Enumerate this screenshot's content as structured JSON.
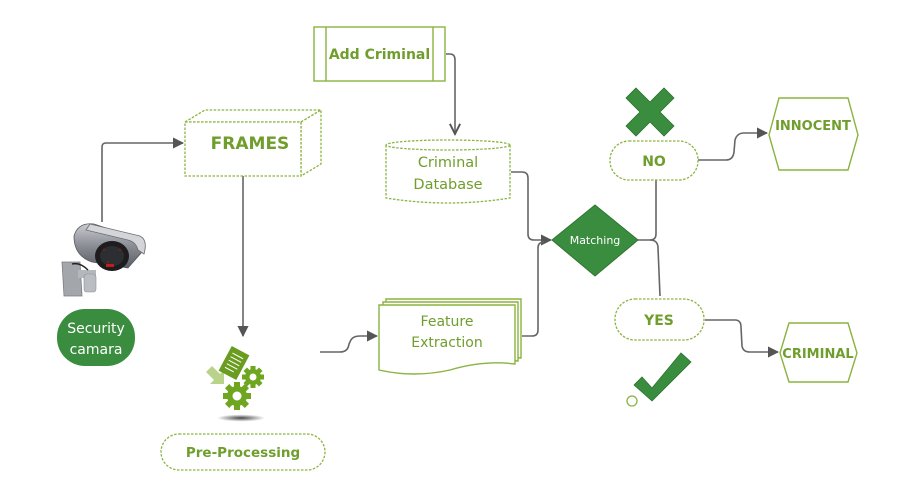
{
  "diagram": {
    "nodes": {
      "security_camera": {
        "label_line1": "Security",
        "label_line2": "camara",
        "icon": "security-camera-icon"
      },
      "frames": {
        "label": "FRAMES"
      },
      "pre_processing": {
        "label": "Pre-Processing",
        "icon": "document-gears-icon"
      },
      "add_criminal": {
        "label": "Add Criminal"
      },
      "criminal_database": {
        "label_line1": "Criminal",
        "label_line2": "Database"
      },
      "feature_extraction": {
        "label_line1": "Feature",
        "label_line2": "Extraction"
      },
      "matching": {
        "label": "Matching"
      },
      "no": {
        "label": "NO",
        "icon": "cross-icon"
      },
      "yes": {
        "label": "YES",
        "icon": "checkmark-icon"
      },
      "innocent": {
        "label": "INNOCENT"
      },
      "criminal": {
        "label": "CRIMINAL"
      }
    },
    "edges": [
      {
        "from": "security_camera",
        "to": "frames"
      },
      {
        "from": "frames",
        "to": "pre_processing"
      },
      {
        "from": "pre_processing",
        "to": "feature_extraction"
      },
      {
        "from": "add_criminal",
        "to": "criminal_database"
      },
      {
        "from": "criminal_database",
        "to": "matching"
      },
      {
        "from": "feature_extraction",
        "to": "matching"
      },
      {
        "from": "matching",
        "to": "no"
      },
      {
        "from": "matching",
        "to": "yes"
      },
      {
        "from": "no",
        "to": "innocent"
      },
      {
        "from": "yes",
        "to": "criminal"
      }
    ],
    "colors": {
      "primary_green": "#3a8d3e",
      "label_green": "#6f9e2c",
      "outline_green": "#8ab33f",
      "connector_gray": "#666666"
    }
  }
}
